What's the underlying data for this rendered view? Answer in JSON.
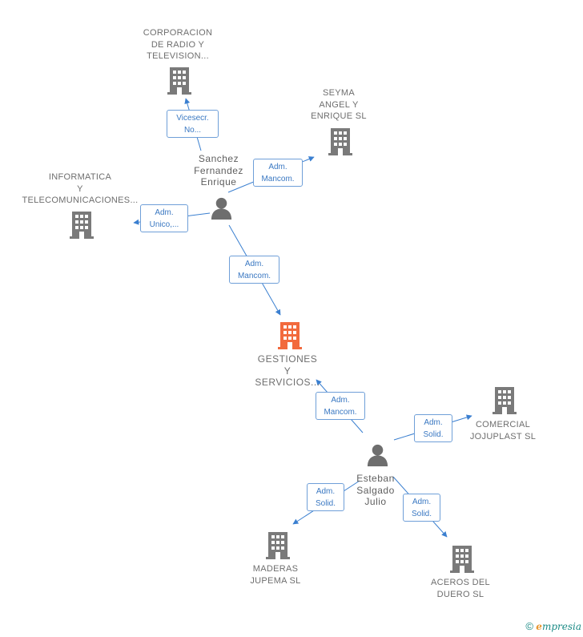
{
  "nodes": {
    "corporacion": {
      "label": "CORPORACION\nDE RADIO Y\nTELEVISION..."
    },
    "seyma": {
      "label": "SEYMA\nANGEL Y\nENRIQUE  SL"
    },
    "informatica": {
      "label": "INFORMATICA\nY\nTELECOMUNICACIONES..."
    },
    "gestiones": {
      "label": "GESTIONES\nY\nSERVICIOS..."
    },
    "comercial": {
      "label": "COMERCIAL\nJOJUPLAST  SL"
    },
    "maderas": {
      "label": "MADERAS\nJUPEMA SL"
    },
    "aceros": {
      "label": "ACEROS DEL\nDUERO SL"
    },
    "sanchez": {
      "label": "Sanchez\nFernandez\nEnrique"
    },
    "esteban": {
      "label": "Esteban\nSalgado\nJulio"
    }
  },
  "roles": {
    "vicesecr": "Vicesecr.\nNo...",
    "adm_mancom_seyma": "Adm.\nMancom.",
    "adm_unico": "Adm.\nUnico,...",
    "adm_mancom_gestiones_1": "Adm.\nMancom.",
    "adm_mancom_gestiones_2": "Adm.\nMancom.",
    "adm_solid_comercial": "Adm.\nSolid.",
    "adm_solid_maderas": "Adm.\nSolid.",
    "adm_solid_aceros": "Adm.\nSolid."
  },
  "colors": {
    "company": "#7a7a7a",
    "company_highlight": "#f26a3d",
    "person": "#6e6e6e",
    "edge": "#3a7fd0"
  },
  "footer": {
    "copyright": "©",
    "brand_initial": "e",
    "brand_rest": "mpresia"
  }
}
